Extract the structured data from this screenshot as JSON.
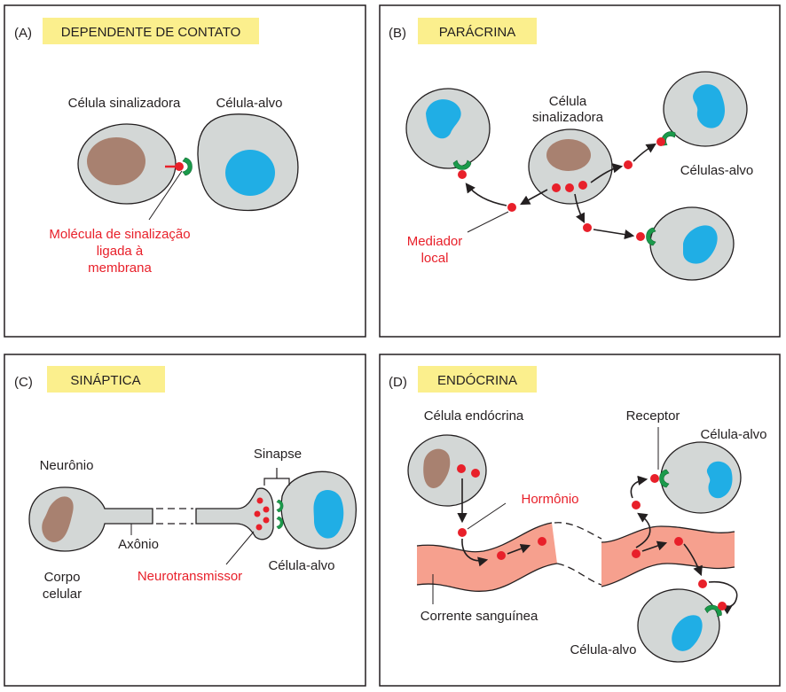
{
  "panels": {
    "a": {
      "letter": "(A)",
      "title": "DEPENDENTE DE CONTATO",
      "signaling_cell": "Célula sinalizadora",
      "target_cell": "Célula-alvo",
      "molecule_lines": [
        "Molécula de sinalização",
        "ligada à",
        "membrana"
      ]
    },
    "b": {
      "letter": "(B)",
      "title": "PARÁCRINA",
      "signaling_cell_lines": [
        "Célula",
        "sinalizadora"
      ],
      "target_cells": "Células-alvo",
      "mediator_lines": [
        "Mediador",
        "local"
      ]
    },
    "c": {
      "letter": "(C)",
      "title": "SINÁPTICA",
      "neuron": "Neurônio",
      "axon": "Axônio",
      "synapse": "Sinapse",
      "target_cell": "Célula-alvo",
      "cell_body_lines": [
        "Corpo",
        "celular"
      ],
      "neurotransmitter": "Neurotransmissor"
    },
    "d": {
      "letter": "(D)",
      "title": "ENDÓCRINA",
      "endocrine_cell": "Célula endócrina",
      "receptor": "Receptor",
      "target_cell_top": "Célula-alvo",
      "hormone": "Hormônio",
      "bloodstream": "Corrente sanguínea",
      "target_cell_bottom": "Célula-alvo"
    }
  },
  "colors": {
    "title_highlight": "#fbef8d",
    "cell_fill": "#d3d7d6",
    "nucleus_brown": "#a88170",
    "nucleus_blue": "#20aee5",
    "molecule_red": "#e8202a",
    "receptor_green": "#1b9a4b",
    "blood_vessel": "#f6a08e",
    "outline": "#231f20"
  },
  "icons": [
    "arrow-icon",
    "receptor-icon",
    "signal-molecule-icon"
  ]
}
